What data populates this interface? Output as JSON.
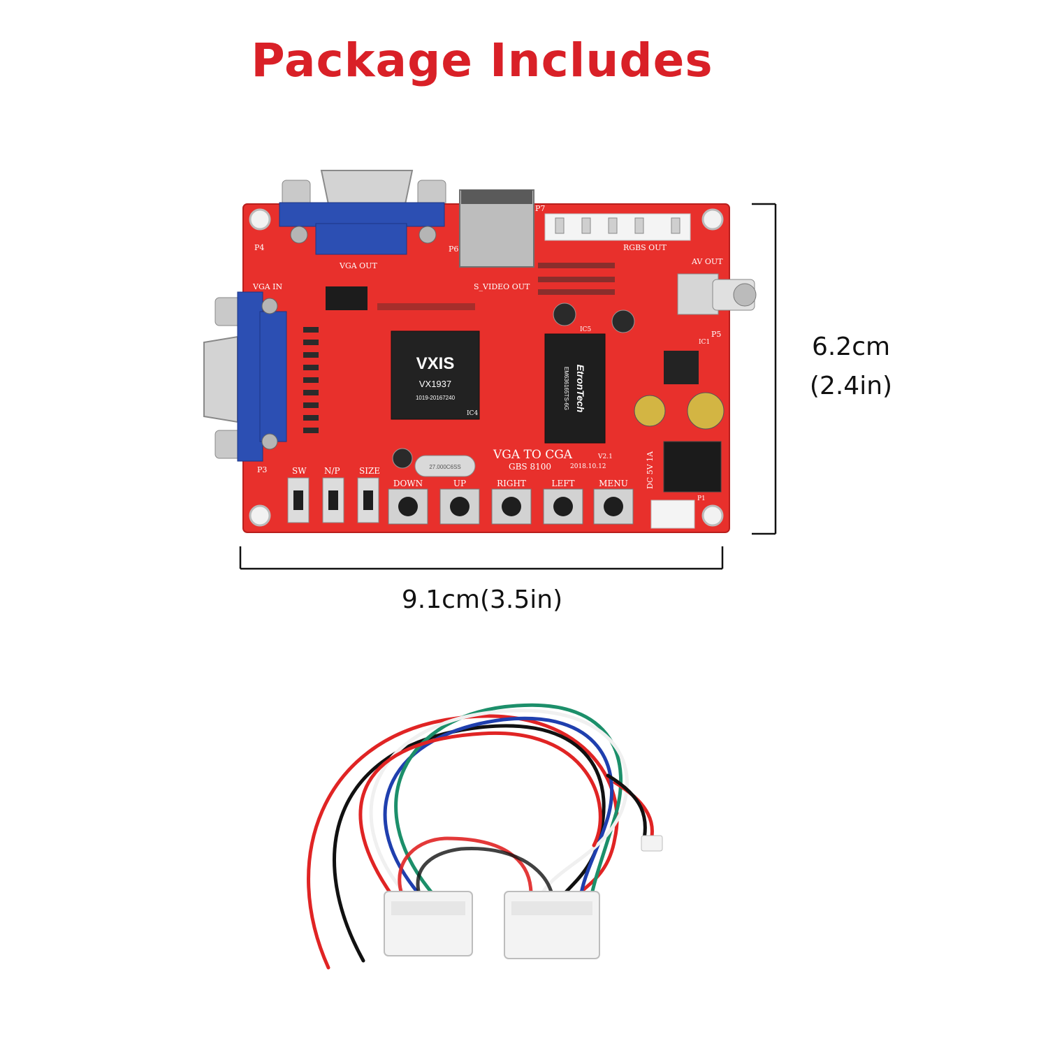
{
  "title": "Package Includes",
  "dimensions": {
    "height_cm": "6.2cm",
    "height_in": "(2.4in)",
    "width": "9.1cm(3.5in)"
  },
  "board": {
    "brand": "VXIS",
    "chip_model": "VX1937",
    "chip_code": "1019-20167240",
    "memory_brand": "EtronTech",
    "memory_code": "EM636165TS-6G",
    "board_name": "VGA TO CGA",
    "board_model": "GBS 8100",
    "version": "V2.1",
    "date": "2018.10.12",
    "crystal": "27.000C6SS",
    "labels": {
      "vga_out": "VGA OUT",
      "vga_in": "VGA IN",
      "s_video_out": "S_VIDEO OUT",
      "rgbs_out": "RGBS OUT",
      "av_out": "AV OUT",
      "p3": "P3",
      "p4": "P4",
      "p6": "P6",
      "p7": "P7",
      "p5": "P5",
      "p1": "P1",
      "ic1": "IC1",
      "ic4": "IC4",
      "ic5": "IC5",
      "dc": "DC 5V 1A"
    },
    "switches": [
      "SW",
      "N/P",
      "SIZE"
    ],
    "buttons": [
      "DOWN",
      "UP",
      "RIGHT",
      "LEFT",
      "MENU"
    ]
  },
  "colors": {
    "title": "#d92027",
    "pcb": "#e8302c",
    "vga_blue": "#2c4fb3",
    "wires": [
      "#e02424",
      "#111111",
      "#1f3fae",
      "#1c8f6a",
      "#f5f5f5"
    ]
  }
}
